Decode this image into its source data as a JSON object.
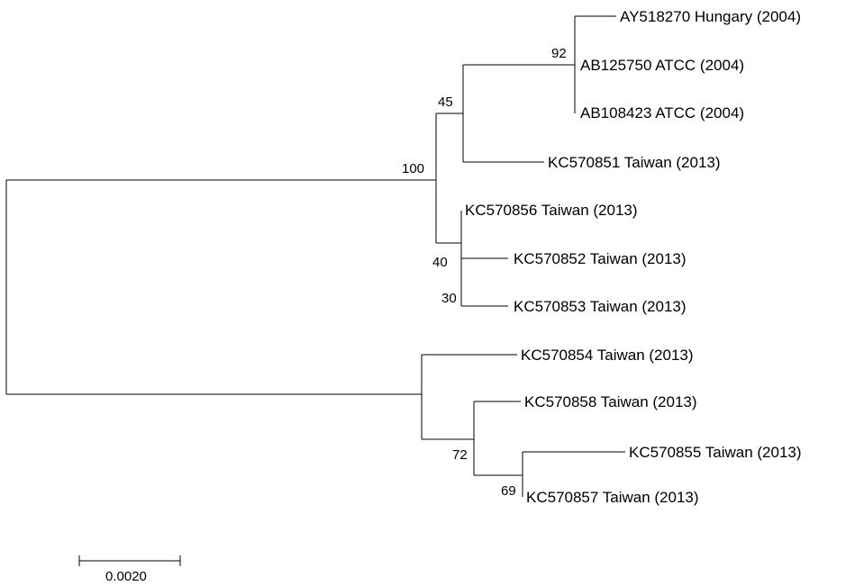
{
  "tree": {
    "taxa": [
      "AY518270 Hungary (2004)",
      "AB125750 ATCC (2004)",
      "AB108423 ATCC (2004)",
      "KC570851 Taiwan (2013)",
      "KC570856 Taiwan (2013)",
      "KC570852 Taiwan (2013)",
      "KC570853 Taiwan (2013)",
      "KC570854 Taiwan (2013)",
      "KC570858 Taiwan (2013)",
      "KC570855 Taiwan (2013)",
      "KC570857 Taiwan (2013)"
    ],
    "support_values": [
      "92",
      "45",
      "100",
      "40",
      "30",
      "72",
      "69"
    ]
  },
  "scale_bar": {
    "label": "0.0020",
    "value": 0.002
  },
  "colors": {
    "line": "#000000",
    "text": "#000000",
    "background": "#ffffff"
  }
}
